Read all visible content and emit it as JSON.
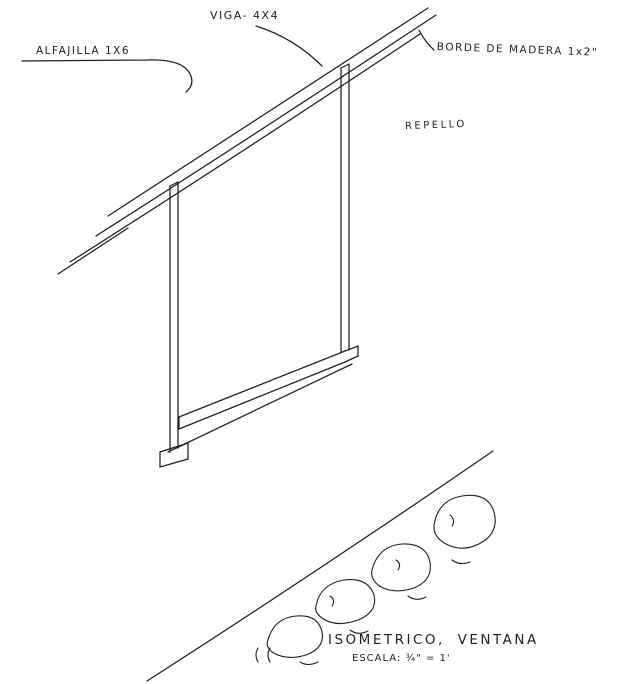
{
  "drawing": {
    "kind": "hand-drawn isometric construction sketch of a window frame",
    "labels": {
      "viga": "VIGA- 4X4",
      "alfajilla": "ALFAJILLA 1X6",
      "borde": "BORDE DE MADERA 1x2\"",
      "repello": "REPELLO",
      "title": "ISOMETRICO, VENTANA",
      "scale": "ESCALA: ¾\" = 1'"
    },
    "colors": {
      "ink": "#1f1f1f",
      "paper": "#ffffff"
    }
  }
}
